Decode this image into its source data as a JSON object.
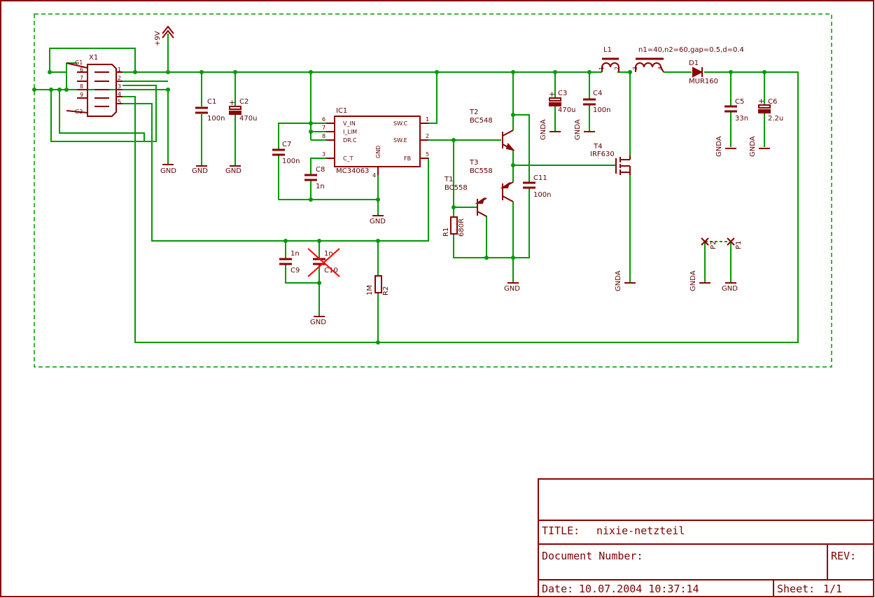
{
  "title_block": {
    "title_label": "TITLE:",
    "title_value": "nixie-netzteil",
    "doc_number_label": "Document Number:",
    "rev_label": "REV:",
    "date_label": "Date:",
    "date_value": "10.07.2004 10:37:14",
    "sheet_label": "Sheet:",
    "sheet_value": "1/1"
  },
  "components": {
    "x1": {
      "name": "X1",
      "pins_left": [
        "6",
        "7",
        "8",
        "9"
      ],
      "pins_right": [
        "1",
        "2",
        "3",
        "4",
        "5"
      ],
      "g1": "G1",
      "g2": "G2"
    },
    "supply": {
      "name": "+9V"
    },
    "c1": {
      "name": "C1",
      "value": "100n"
    },
    "c2": {
      "name": "C2",
      "value": "470u"
    },
    "c3": {
      "name": "C3",
      "value": "470u"
    },
    "c4": {
      "name": "C4",
      "value": "100n"
    },
    "c5": {
      "name": "C5",
      "value": "33n"
    },
    "c6": {
      "name": "C6",
      "value": "2.2u"
    },
    "c7": {
      "name": "C7",
      "value": "100n"
    },
    "c8": {
      "name": "C8",
      "value": "1n"
    },
    "c9": {
      "name": "C9",
      "value": "1n"
    },
    "c10": {
      "name": "C10",
      "value": "1n"
    },
    "c11": {
      "name": "C11",
      "value": "100n"
    },
    "ic1": {
      "name": "IC1",
      "part": "MC34063",
      "pin_left": [
        {
          "num": "6",
          "name": "V_IN"
        },
        {
          "num": "7",
          "name": "I_LIM"
        },
        {
          "num": "8",
          "name": "DR.C"
        },
        {
          "num": "3",
          "name": "C_T"
        }
      ],
      "pin_right": [
        {
          "num": "1",
          "name": "SW.C"
        },
        {
          "num": "2",
          "name": "SW.E"
        },
        {
          "num": "5",
          "name": "FB"
        }
      ],
      "gnd_pin": {
        "num": "4",
        "name": "GND"
      }
    },
    "t1": {
      "name": "T1",
      "part": "BC558"
    },
    "t2": {
      "name": "T2",
      "part": "BC548"
    },
    "t3": {
      "name": "T3",
      "part": "BC558"
    },
    "t4": {
      "name": "T4",
      "part": "IRF630"
    },
    "r1": {
      "name": "R1",
      "value": "680R"
    },
    "r2": {
      "name": "R2",
      "value": "1M"
    },
    "l1": {
      "name": "L1",
      "spec": "n1=40,n2=60,gap=0.5,d=0.4",
      "pins": [
        "1",
        "2",
        "3",
        "4"
      ]
    },
    "d1": {
      "name": "D1",
      "part": "MUR160"
    },
    "p1": {
      "name": "P1"
    },
    "p2": {
      "name": "P2"
    }
  },
  "nets": {
    "gnd": "GND",
    "gnda": "GNDA"
  },
  "colors": {
    "frame": "#8b0000",
    "wire": "#009900",
    "symbol": "#8b0000",
    "text": "#5c0000",
    "crossout": "#ff0000"
  }
}
